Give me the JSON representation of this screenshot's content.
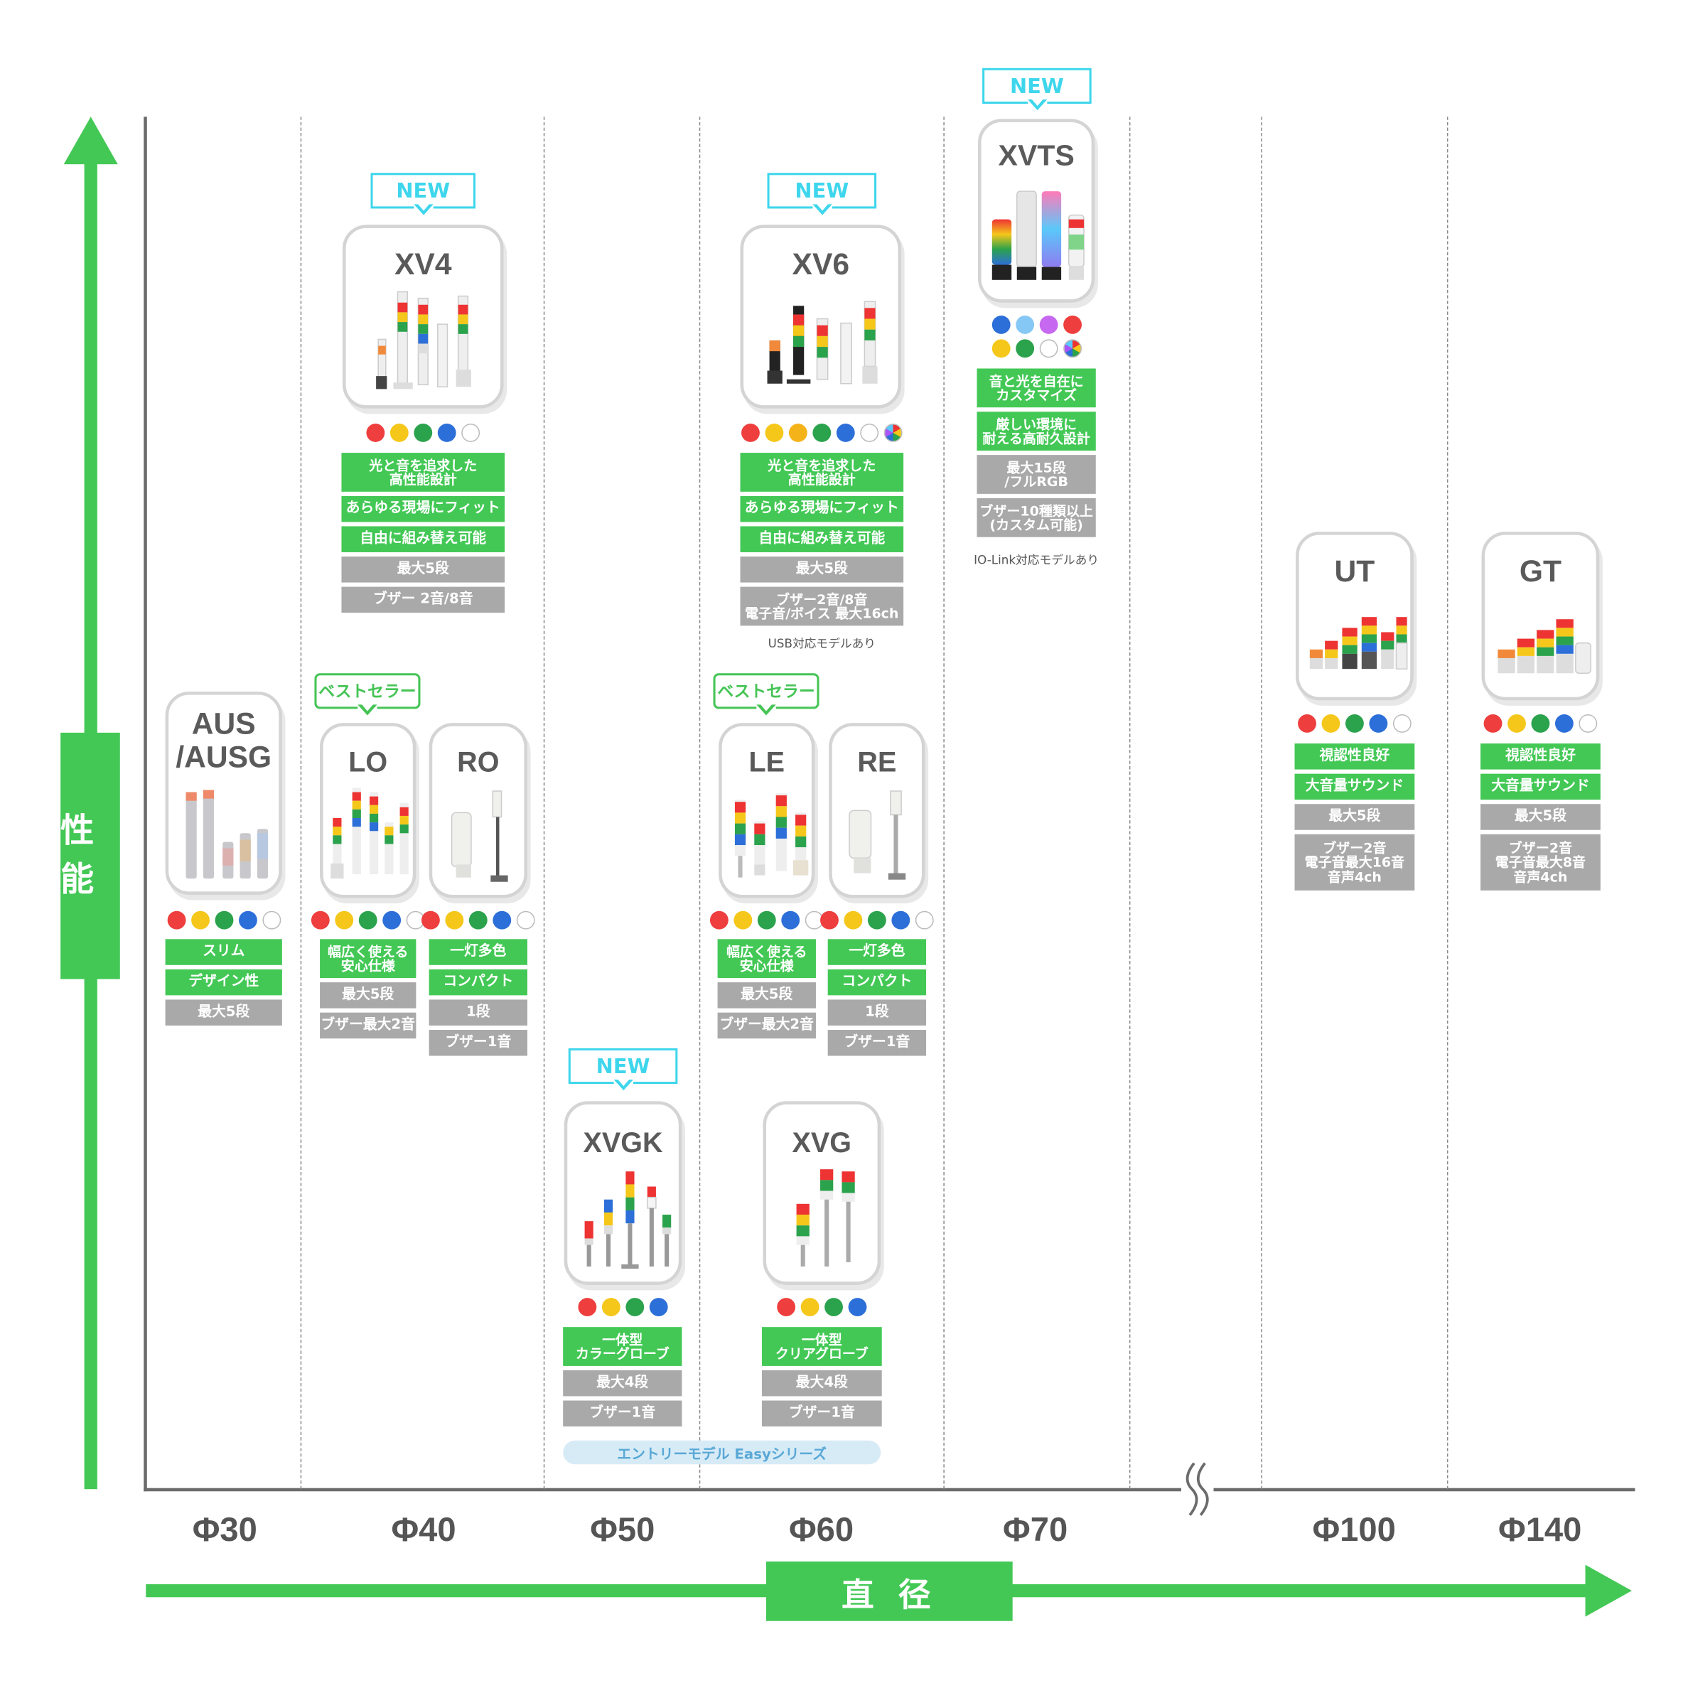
{
  "axes": {
    "y_label": "性能",
    "x_label": "直 径",
    "x_ticks": [
      "Φ30",
      "Φ40",
      "Φ50",
      "Φ60",
      "Φ70",
      "Φ100",
      "Φ140"
    ],
    "break_symbol": "≈"
  },
  "colors": {
    "accent_green": "#43c855",
    "feature_gray": "#a9a9a9",
    "new_badge": "#3ed6ec",
    "best_badge": "#45c455",
    "entry_band": "#d7ebf7",
    "entry_band_text": "#59a8d6",
    "dot_red": "#ee3e3e",
    "dot_yellow": "#f5c71a",
    "dot_amber": "#f5b31a",
    "dot_green": "#2ba24c",
    "dot_blue": "#2d6fd8",
    "dot_sky": "#86c8f5",
    "dot_purple": "#c769f0"
  },
  "badges": {
    "new": "NEW",
    "bestseller": "ベストセラー"
  },
  "products": {
    "aus": {
      "name": "AUS\n/AUSG",
      "diameter": "Φ30",
      "colors": [
        "red",
        "yellow",
        "green",
        "blue",
        "white"
      ],
      "features": [
        {
          "text": "スリム",
          "style": "green"
        },
        {
          "text": "デザイン性",
          "style": "green"
        },
        {
          "text": "最大5段",
          "style": "gray"
        }
      ]
    },
    "xv4": {
      "name": "XV4",
      "diameter": "Φ40",
      "badge": "NEW",
      "colors": [
        "red",
        "yellow",
        "green",
        "blue",
        "white"
      ],
      "features": [
        {
          "text": "光と音を追求した\n高性能設計",
          "style": "green"
        },
        {
          "text": "あらゆる現場にフィット",
          "style": "green"
        },
        {
          "text": "自由に組み替え可能",
          "style": "green"
        },
        {
          "text": "最大5段",
          "style": "gray"
        },
        {
          "text": "ブザー 2音/8音",
          "style": "gray"
        }
      ]
    },
    "lo": {
      "name": "LO",
      "diameter": "Φ40",
      "badge": "ベストセラー",
      "colors": [
        "red",
        "yellow",
        "green",
        "blue",
        "white"
      ],
      "features": [
        {
          "text": "幅広く使える\n安心仕様",
          "style": "green"
        },
        {
          "text": "最大5段",
          "style": "gray"
        },
        {
          "text": "ブザー最大2音",
          "style": "gray"
        }
      ]
    },
    "ro": {
      "name": "RO",
      "diameter": "Φ40",
      "colors": [
        "red",
        "yellow",
        "green",
        "blue",
        "white"
      ],
      "features": [
        {
          "text": "一灯多色",
          "style": "green"
        },
        {
          "text": "コンパクト",
          "style": "green"
        },
        {
          "text": "1段",
          "style": "gray"
        },
        {
          "text": "ブザー1音",
          "style": "gray"
        }
      ]
    },
    "xvgk": {
      "name": "XVGK",
      "diameter": "Φ50",
      "badge": "NEW",
      "colors": [
        "red",
        "yellow",
        "green",
        "blue"
      ],
      "features": [
        {
          "text": "一体型\nカラーグローブ",
          "style": "green"
        },
        {
          "text": "最大4段",
          "style": "gray"
        },
        {
          "text": "ブザー1音",
          "style": "gray"
        }
      ]
    },
    "xv6": {
      "name": "XV6",
      "diameter": "Φ60",
      "badge": "NEW",
      "colors": [
        "red",
        "yellow",
        "amber",
        "green",
        "blue",
        "white",
        "multi"
      ],
      "features": [
        {
          "text": "光と音を追求した\n高性能設計",
          "style": "green"
        },
        {
          "text": "あらゆる現場にフィット",
          "style": "green"
        },
        {
          "text": "自由に組み替え可能",
          "style": "green"
        },
        {
          "text": "最大5段",
          "style": "gray"
        },
        {
          "text": "ブザー2音/8音\n電子音/ボイス 最大16ch",
          "style": "gray"
        }
      ],
      "note": "USB対応モデルあり"
    },
    "le": {
      "name": "LE",
      "diameter": "Φ60",
      "badge": "ベストセラー",
      "colors": [
        "red",
        "yellow",
        "green",
        "blue",
        "white"
      ],
      "features": [
        {
          "text": "幅広く使える\n安心仕様",
          "style": "green"
        },
        {
          "text": "最大5段",
          "style": "gray"
        },
        {
          "text": "ブザー最大2音",
          "style": "gray"
        }
      ]
    },
    "re": {
      "name": "RE",
      "diameter": "Φ60",
      "colors": [
        "red",
        "yellow",
        "green",
        "blue",
        "white"
      ],
      "features": [
        {
          "text": "一灯多色",
          "style": "green"
        },
        {
          "text": "コンパクト",
          "style": "green"
        },
        {
          "text": "1段",
          "style": "gray"
        },
        {
          "text": "ブザー1音",
          "style": "gray"
        }
      ]
    },
    "xvg": {
      "name": "XVG",
      "diameter": "Φ60",
      "colors": [
        "red",
        "yellow",
        "green",
        "blue"
      ],
      "features": [
        {
          "text": "一体型\nクリアグローブ",
          "style": "green"
        },
        {
          "text": "最大4段",
          "style": "gray"
        },
        {
          "text": "ブザー1音",
          "style": "gray"
        }
      ]
    },
    "xvts": {
      "name": "XVTS",
      "diameter": "Φ70",
      "badge": "NEW",
      "colors": [
        "blue",
        "sky",
        "purple",
        "red",
        "yellow",
        "green",
        "white",
        "multi"
      ],
      "features": [
        {
          "text": "音と光を自在に\nカスタマイズ",
          "style": "green"
        },
        {
          "text": "厳しい環境に\n耐える高耐久設計",
          "style": "green"
        },
        {
          "text": "最大15段\n/フルRGB",
          "style": "gray"
        },
        {
          "text": "ブザー10種類以上\n(カスタム可能)",
          "style": "gray"
        }
      ],
      "note": "IO-Link対応モデルあり"
    },
    "ut": {
      "name": "UT",
      "diameter": "Φ100",
      "colors": [
        "red",
        "yellow",
        "green",
        "blue",
        "white"
      ],
      "features": [
        {
          "text": "視認性良好",
          "style": "green"
        },
        {
          "text": "大音量サウンド",
          "style": "green"
        },
        {
          "text": "最大5段",
          "style": "gray"
        },
        {
          "text": "ブザー2音\n電子音最大16音\n音声4ch",
          "style": "gray"
        }
      ]
    },
    "gt": {
      "name": "GT",
      "diameter": "Φ140",
      "colors": [
        "red",
        "yellow",
        "green",
        "blue",
        "white"
      ],
      "features": [
        {
          "text": "視認性良好",
          "style": "green"
        },
        {
          "text": "大音量サウンド",
          "style": "green"
        },
        {
          "text": "最大5段",
          "style": "gray"
        },
        {
          "text": "ブザー2音\n電子音最大8音\n音声4ch",
          "style": "gray"
        }
      ]
    }
  },
  "entry_band": {
    "label": "エントリーモデル Easyシリーズ"
  }
}
